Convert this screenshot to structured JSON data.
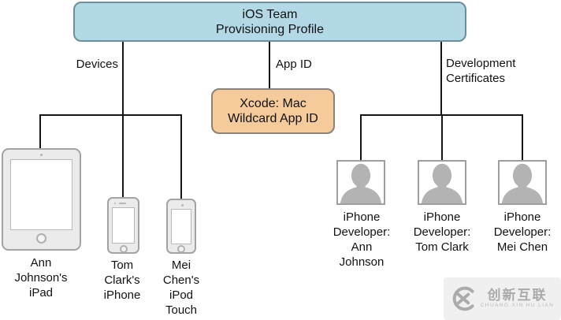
{
  "root_node": {
    "label": "iOS Team\nProvisioning Profile"
  },
  "branch_labels": {
    "devices": "Devices",
    "app_id": "App ID",
    "dev_certs": "Development\nCertificates"
  },
  "app_id_node": {
    "label": "Xcode: Mac\nWildcard App ID"
  },
  "devices": [
    {
      "kind": "ipad",
      "label": "Ann\nJohnson's\niPad"
    },
    {
      "kind": "iphone",
      "label": "Tom\nClark's\niPhone"
    },
    {
      "kind": "ipod-touch",
      "label": "Mei\nChen's\niPod\nTouch"
    }
  ],
  "certificates": [
    {
      "icon": "person-silhouette",
      "label": "iPhone\nDeveloper:\nAnn\nJohnson"
    },
    {
      "icon": "person-silhouette",
      "label": "iPhone\nDeveloper:\nTom Clark"
    },
    {
      "icon": "person-silhouette",
      "label": "iPhone\nDeveloper:\nMei Chen"
    }
  ],
  "watermark": {
    "brand": "创新互联",
    "subtitle": "CHUANG XIN HU LIAN"
  },
  "colors": {
    "root_fill": "#b2d9e5",
    "root_border": "#6d8f9b",
    "app_id_fill": "#f6cb9b",
    "app_id_border": "#8a8376",
    "connector_line": "#151515",
    "device_fill": "#ebebeb",
    "device_border": "#a3a3a3",
    "silhouette": "#b3b3b3",
    "watermark_bg": "#f0f0f0",
    "watermark_fg": "#ababab"
  }
}
